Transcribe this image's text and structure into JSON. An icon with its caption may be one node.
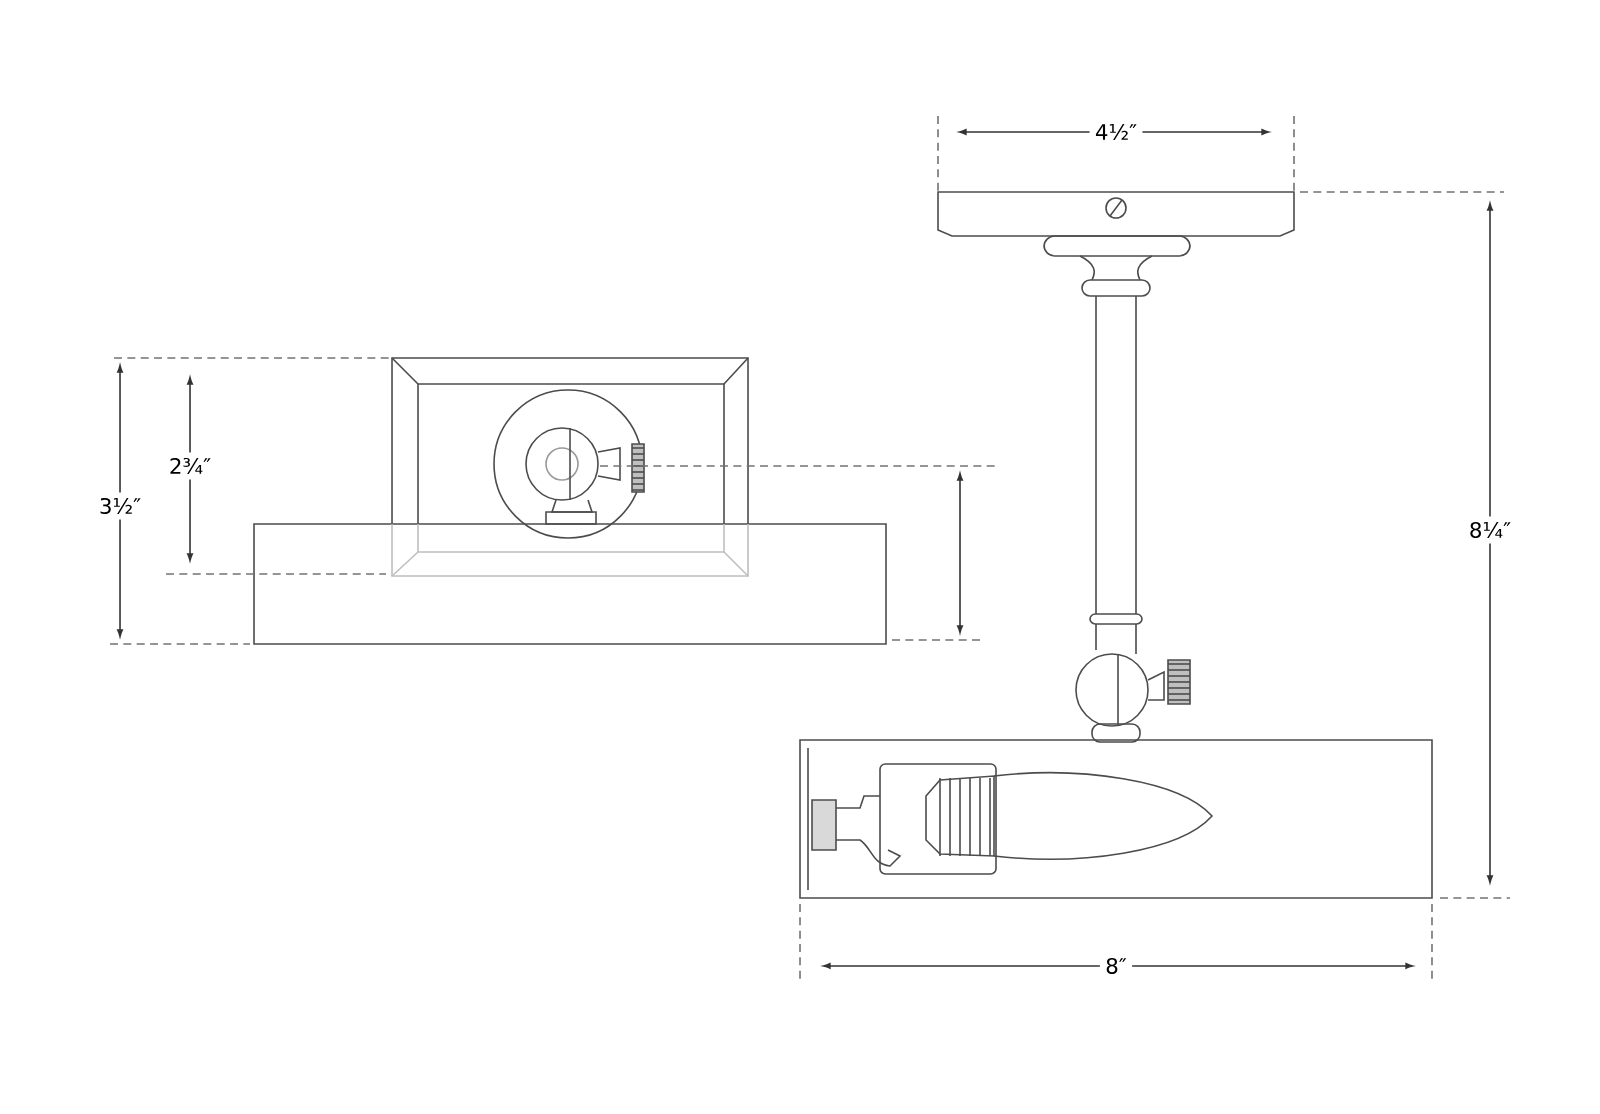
{
  "diagram": {
    "labels": [
      "4½″",
      "2¾″",
      "3½″",
      "8¼″",
      "8″"
    ]
  }
}
